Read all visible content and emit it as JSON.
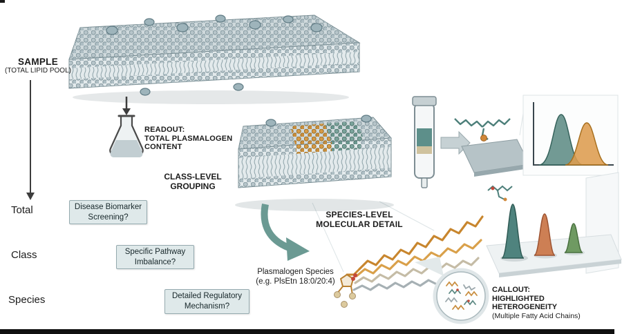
{
  "colors": {
    "membrane_gray": "#b7c5ca",
    "accent_teal": "#4f837e",
    "accent_orange": "#d0883a",
    "accent_green": "#6f9a62",
    "accent_salmon": "#cd7f54",
    "box_fill": "#dfe9ea",
    "box_border": "#94a9ae"
  },
  "sample": {
    "title": "SAMPLE",
    "subtitle": "(TOTAL LIPID POOL)"
  },
  "readout": {
    "label": "READOUT:\nTOTAL PLASMALOGEN\nCONTENT"
  },
  "class_level": {
    "label": "CLASS-LEVEL\nGROUPING"
  },
  "species_level": {
    "label": "SPECIES-LEVEL\nMOLECULAR DETAIL"
  },
  "plasmalogen": {
    "label": "Plasmalogen Species\n(e.g. PlsEtn 18:0/20:4)"
  },
  "callout": {
    "heading": "CALLOUT:\nHIGHLIGHTED\nHETEROGENEITY",
    "subtext": "(Multiple Fatty Acid Chains)"
  },
  "levels": [
    {
      "label": "Total",
      "question": "Disease Biomarker\nScreening?"
    },
    {
      "label": "Class",
      "question": "Specific Pathway\nImbalance?"
    },
    {
      "label": "Species",
      "question": "Detailed Regulatory\nMechanism?"
    }
  ],
  "icons": {
    "membrane_large": "lipid-bilayer-membrane",
    "membrane_zoom": "lipid-bilayer-highlighted-classes",
    "flask": "erlenmeyer-flask",
    "down_arrow": "arrow-down",
    "flow_arrow": "arrow-down-long",
    "curved_arrow": "curved-zoom-arrow",
    "column": "chromatography-column",
    "right_arrow": "arrow-right",
    "chromatogram": "two-peak-chromatogram",
    "panel_3d": "three-peak-3d-separation",
    "molecule": "plasmalogen-stick-structure",
    "magnifier": "fatty-acid-chain-callout-circle"
  }
}
